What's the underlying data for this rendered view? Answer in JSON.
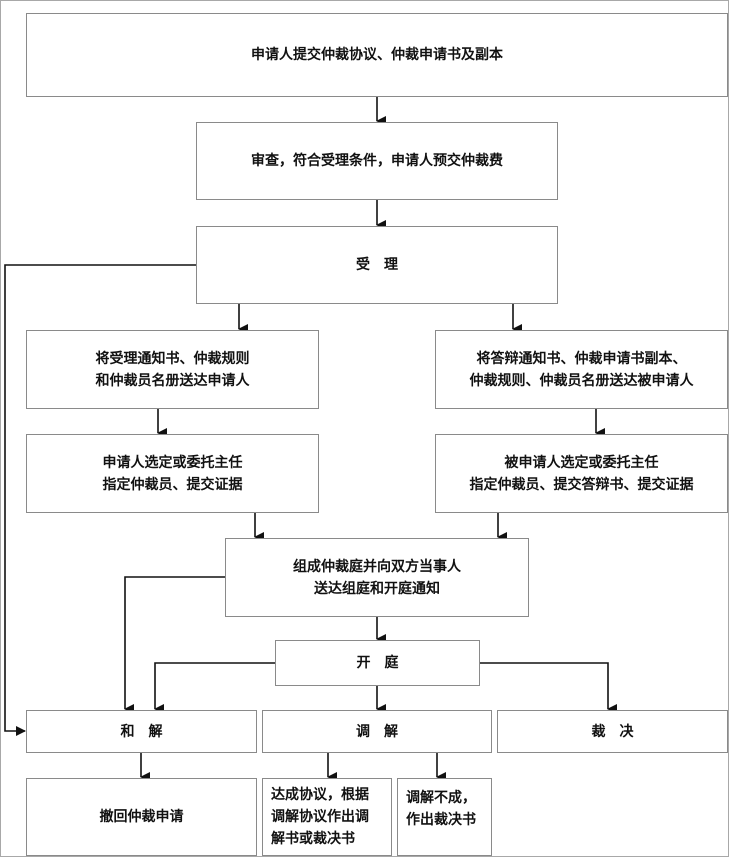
{
  "flowchart": {
    "submit": "申请人提交仲裁协议、仲裁申请书及副本",
    "review": "审查，符合受理条件，申请人预交仲裁费",
    "accept": "受理",
    "notify_applicant": "将受理通知书、仲裁规则\n和仲裁员名册送达申请人",
    "notify_respondent": "将答辩通知书、仲裁申请书副本、\n仲裁规则、仲裁员名册送达被申请人",
    "applicant_choose": "申请人选定或委托主任\n指定仲裁员、提交证据",
    "respondent_choose": "被申请人选定或委托主任\n指定仲裁员、提交答辩书、提交证据",
    "form_tribunal": "组成仲裁庭并向双方当事人\n送达组庭和开庭通知",
    "hearing": "开庭",
    "settlement": "和解",
    "mediation": "调解",
    "award": "裁决",
    "withdraw": "撤回仲裁申请",
    "mediation_success": "达成协议，根据\n调解协议作出调\n解书或裁决书",
    "mediation_fail": "调解不成，\n作出裁决书"
  },
  "colors": {
    "border": "#8a8a8a",
    "line": "#111111",
    "text": "#111111"
  }
}
